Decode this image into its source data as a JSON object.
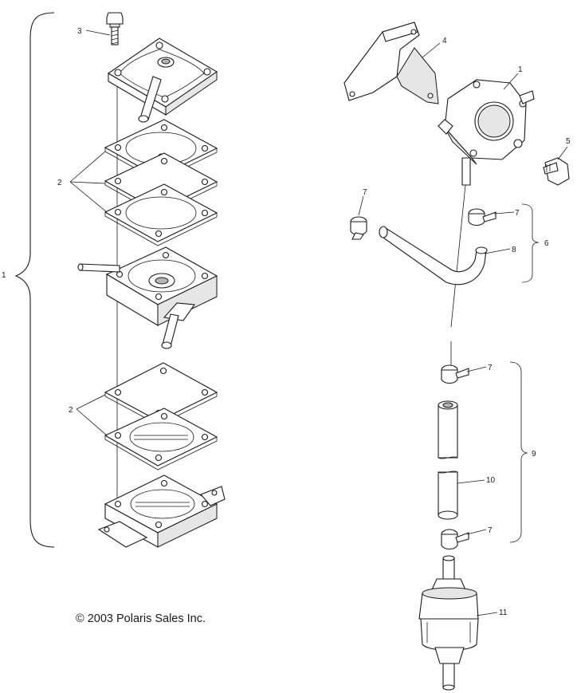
{
  "callouts": {
    "assembly_left": "1",
    "bolt_top": "3",
    "gaskets_upper": "2",
    "gaskets_lower": "2",
    "bracket": "4",
    "pump_body": "1",
    "screw": "5",
    "clamp_left": "7",
    "clamp_upper": "7",
    "hose_bent": "8",
    "hose_kit_upper": "6",
    "clamp_mid": "7",
    "hose_kit_lower": "9",
    "hose_straight": "10",
    "clamp_lower": "7",
    "filter": "11"
  },
  "copyright": "© 2003 Polaris Sales Inc."
}
